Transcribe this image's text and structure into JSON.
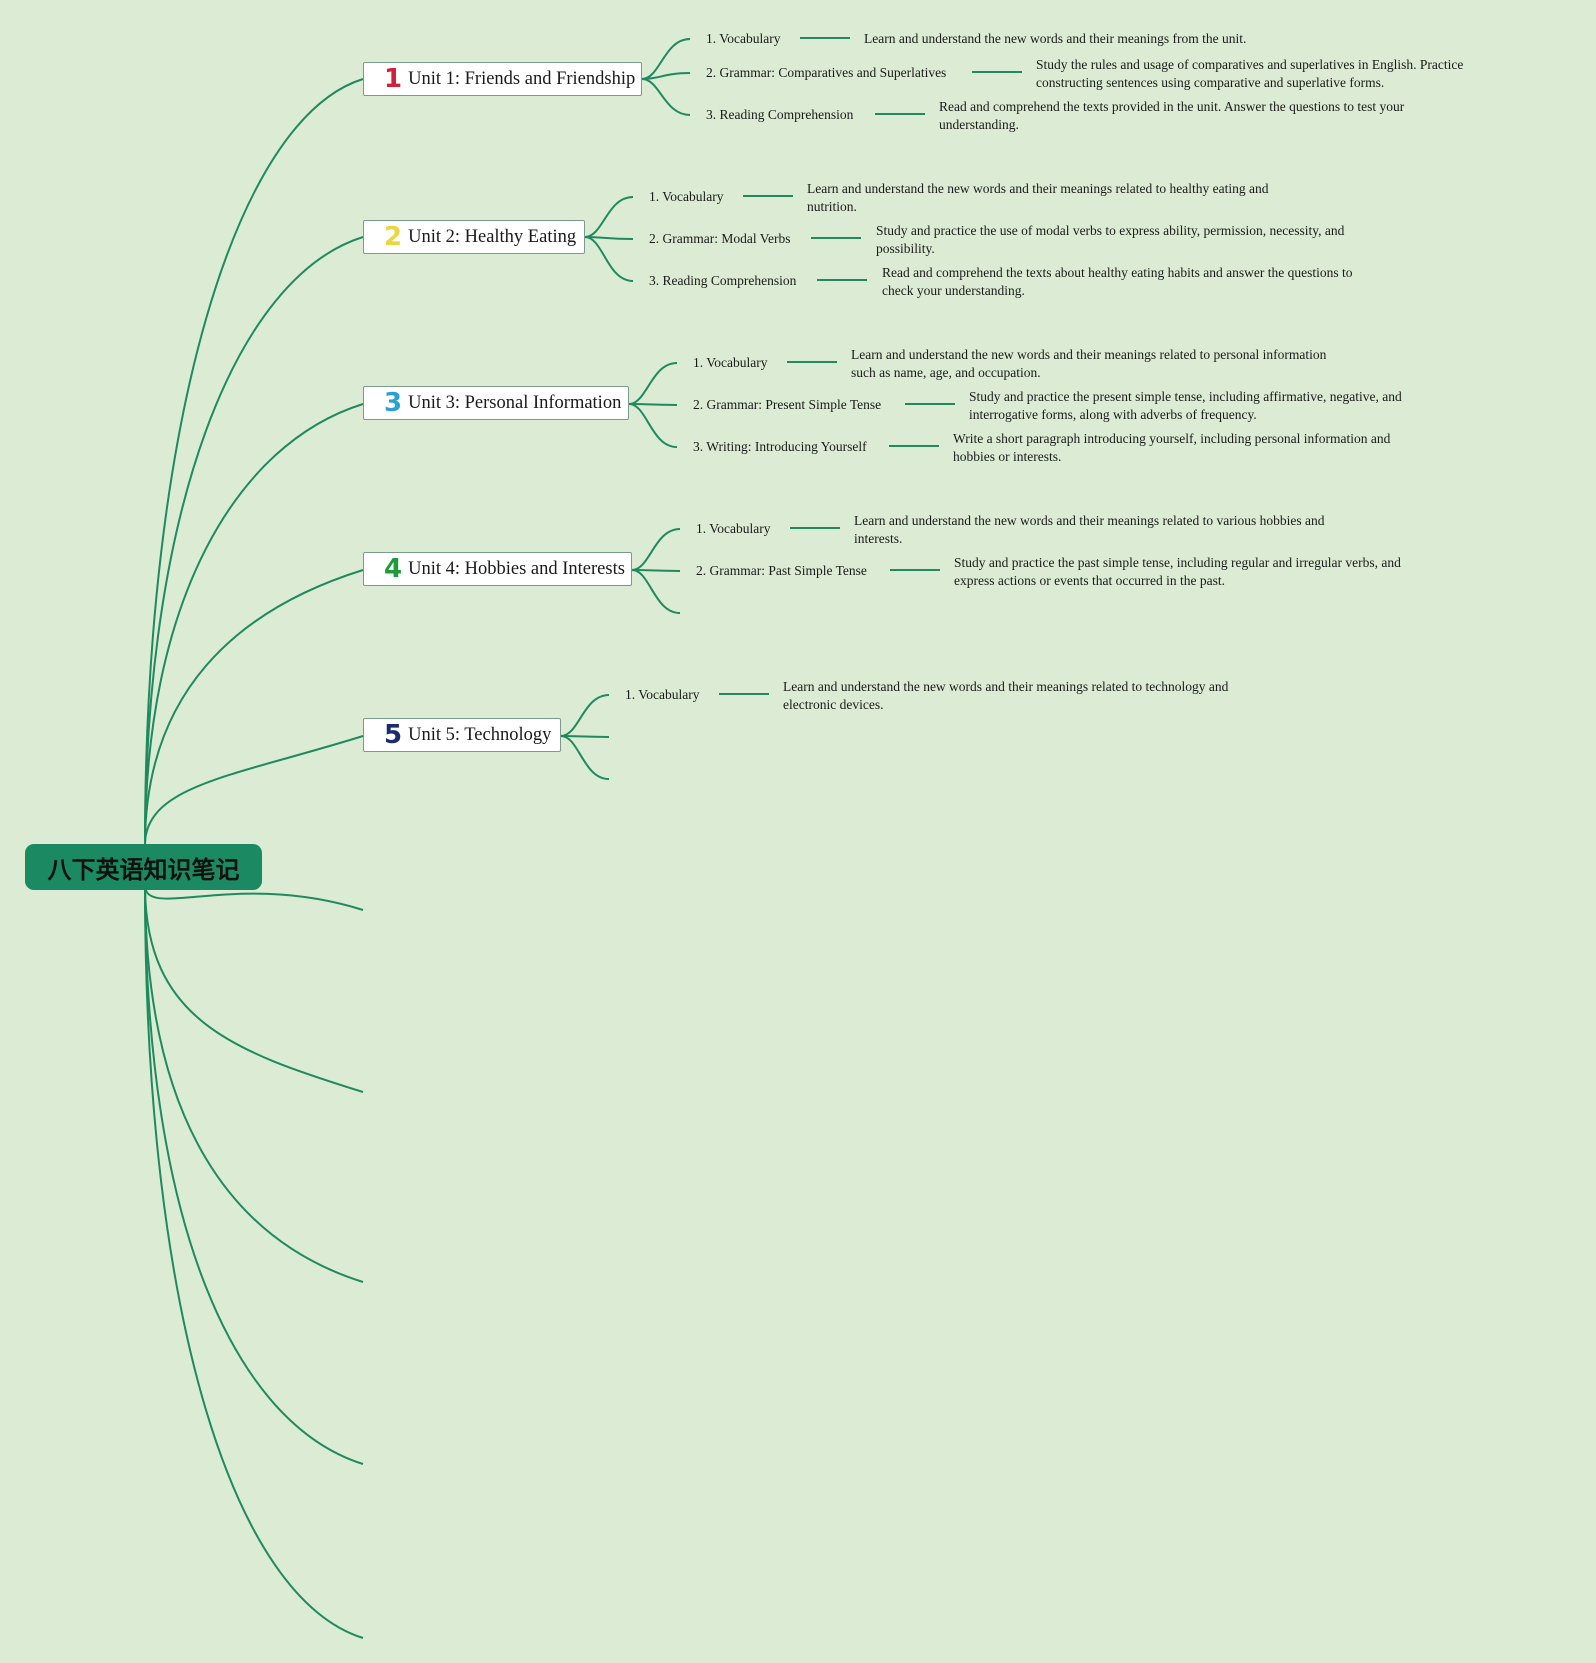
{
  "root": {
    "title": "八下英语知识笔记"
  },
  "colors": {
    "line": "#1e8a5e",
    "root_fill": "#1b8a62",
    "background": "#dcebd3"
  },
  "units": [
    {
      "num": "1",
      "num_color": "#d0213a",
      "title": "Unit 1: Friends and Friendship",
      "topics": [
        {
          "label": "1. Vocabulary",
          "desc": [
            "Learn and understand the new words and their meanings from the unit."
          ]
        },
        {
          "label": "2. Grammar: Comparatives and Superlatives",
          "desc": [
            "Study the rules and usage of comparatives and superlatives in English. Practice",
            "constructing sentences using comparative and superlative forms."
          ]
        },
        {
          "label": "3. Reading Comprehension",
          "desc": [
            "Read and comprehend the texts provided in the unit. Answer the questions to test your",
            "understanding."
          ]
        }
      ]
    },
    {
      "num": "2",
      "num_color": "#ecd53f",
      "title": "Unit 2: Healthy Eating",
      "topics": [
        {
          "label": "1. Vocabulary",
          "desc": [
            "Learn and understand the new words and their meanings related to healthy eating and",
            "nutrition."
          ]
        },
        {
          "label": "2. Grammar: Modal Verbs",
          "desc": [
            "Study and practice the use of modal verbs to express ability, permission, necessity, and",
            "possibility."
          ]
        },
        {
          "label": "3. Reading Comprehension",
          "desc": [
            "Read and comprehend the texts about healthy eating habits and answer the questions to",
            "check your understanding."
          ]
        }
      ]
    },
    {
      "num": "3",
      "num_color": "#2ba0d8",
      "title": "Unit 3: Personal Information",
      "topics": [
        {
          "label": "1. Vocabulary",
          "desc": [
            "Learn and understand the new words and their meanings related to personal information",
            "such as name, age, and occupation."
          ]
        },
        {
          "label": "2. Grammar: Present Simple Tense",
          "desc": [
            "Study and practice the present simple tense, including affirmative, negative, and",
            "interrogative forms, along with adverbs of frequency."
          ]
        },
        {
          "label": "3. Writing: Introducing Yourself",
          "desc": [
            "Write a short paragraph introducing yourself, including personal information and",
            "hobbies or interests."
          ]
        }
      ]
    },
    {
      "num": "4",
      "num_color": "#1f9a3a",
      "title": "Unit 4: Hobbies and Interests",
      "topics": [
        {
          "label": "1. Vocabulary",
          "desc": [
            "Learn and understand the new words and their meanings related to various hobbies and",
            "interests."
          ]
        },
        {
          "label": "2. Grammar: Past Simple Tense",
          "desc": [
            "Study and practice the past simple tense, including regular and irregular verbs, and",
            "express actions or events that occurred in the past."
          ]
        }
      ]
    },
    {
      "num": "5",
      "num_color": "#1c2a6e",
      "title": "Unit 5: Technology",
      "topics": [
        {
          "label": "1. Vocabulary",
          "desc": [
            "Learn and understand the new words and their meanings related to technology and",
            "electronic devices."
          ]
        }
      ]
    }
  ]
}
